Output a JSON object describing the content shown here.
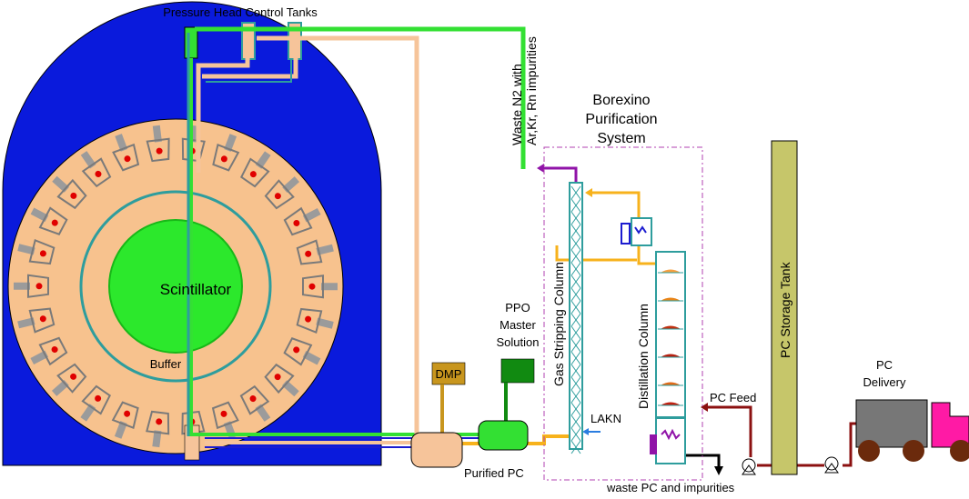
{
  "labels": {
    "control_tanks": "Pressure Head Control Tanks",
    "waste_n2_line1": "Waste N2 with",
    "waste_n2_line2": "Ar,Kr, Rn impurities",
    "system_line1": "Borexino",
    "system_line2": "Purification",
    "system_line3": "System",
    "scintillator": "Scintillator",
    "buffer": "Buffer",
    "dmp": "DMP",
    "ppo_line1": "PPO",
    "ppo_line2": "Master",
    "ppo_line3": "Solution",
    "gas_stripping": "Gas Stripping Column",
    "distillation": "Distillation Column",
    "storage_tank": "PC Storage Tank",
    "pc_feed": "PC Feed",
    "lakn": "LAKN",
    "purified_pc": "Purified PC",
    "waste_pc": "waste PC and impurities",
    "delivery_line1": "PC",
    "delivery_line2": "Delivery"
  },
  "colors": {
    "outer_vessel": "#0a1adc",
    "buffer": "#f7c28e",
    "scintillator": "#2ce82c",
    "scintillator_line": "#18b818",
    "green_pipe": "#33e033",
    "buffer_pipe": "#f6c49a",
    "teal_pipe": "#2e9d9d",
    "orange_pipe": "#f7b21c",
    "dark_red_pipe": "#8b1010",
    "purple_pipe": "#9013a8",
    "dmp_box": "#c8961e",
    "ppo_box": "#118a11",
    "storage_tank": "#c6c66a",
    "truck_body": "#777777",
    "truck_cab": "#ff1aa5",
    "wheel": "#6b2a0c",
    "pmt": "#9b9b9b",
    "pmt_dot": "#e00000",
    "tray_colors": [
      "#f7a040",
      "#e88418",
      "#c03010",
      "#b52010",
      "#e06a18",
      "#c02010"
    ]
  }
}
